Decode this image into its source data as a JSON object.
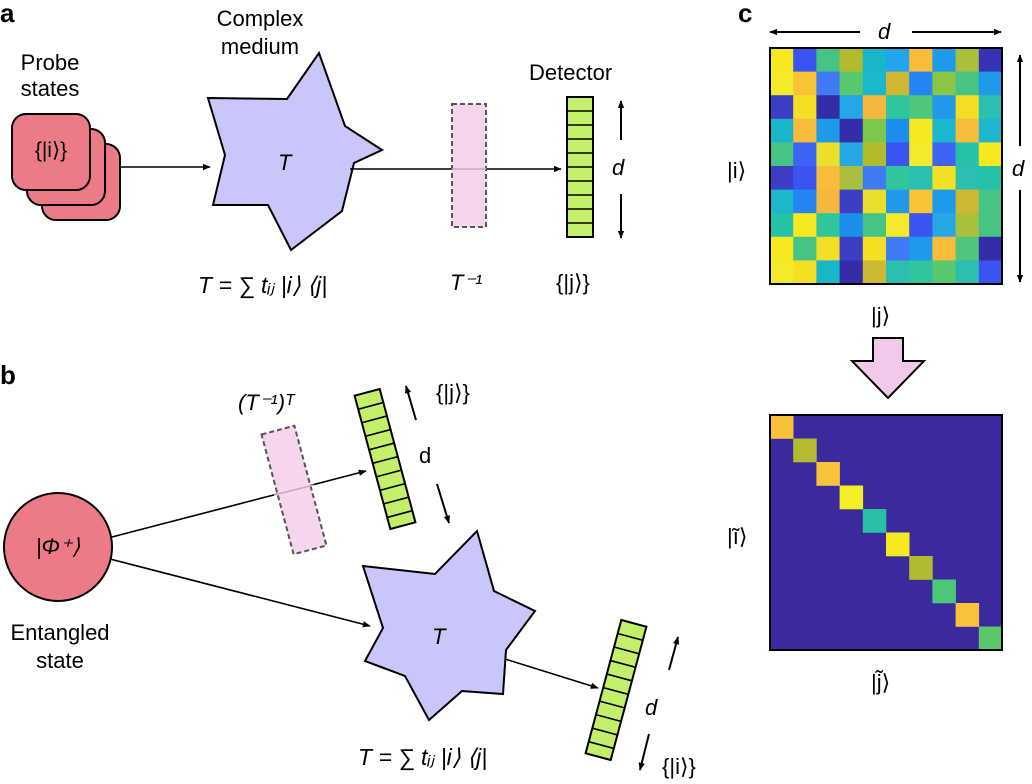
{
  "panels": {
    "a": "a",
    "b": "b",
    "c": "c"
  },
  "panel_a": {
    "probe_label_1": "Probe",
    "probe_label_2": "states",
    "probe_state": "{|i⟩}",
    "medium_label_1": "Complex",
    "medium_label_2": "medium",
    "medium_symbol": "T",
    "detector_label": "Detector",
    "dimension": "d",
    "detector_basis": "{|j⟩}",
    "inverse_label": "T⁻¹",
    "equation": "T = ∑ tᵢⱼ |i⟩ ⟨j|"
  },
  "panel_b": {
    "transpose_label": "(T⁻¹)ᵀ",
    "upper_basis": "{|j⟩}",
    "upper_dimension": "d",
    "source_state": "|Φ⁺⟩",
    "source_label_1": "Entangled",
    "source_label_2": "state",
    "medium_symbol": "T",
    "lower_dimension": "d",
    "lower_basis": "{|i⟩}",
    "equation": "T = ∑ tᵢⱼ |i⟩ ⟨j|"
  },
  "panel_c": {
    "top_dimension": "d",
    "side_dimension": "d",
    "row_label": "|i⟩",
    "col_label": "|j⟩",
    "row_label_bottom": "|ĩ⟩",
    "col_label_bottom": "|j̃⟩"
  },
  "colors": {
    "probe_fill": "#ec7b87",
    "medium_fill": "#c9c6fa",
    "inverse_fill": "#f6d5ef",
    "detector_fill": "#c4ef6a",
    "arrow_pink": "#f2c9ea",
    "matrix_background": "#3a2a9e"
  },
  "matrix_top": [
    [
      "#f7e81f",
      "#3a54f0",
      "#46c486",
      "#b0bc2c",
      "#19b5c8",
      "#23a5ec",
      "#f8bb3a",
      "#1d9bea",
      "#a8c03c",
      "#3732b6"
    ],
    [
      "#f2ea2a",
      "#fac235",
      "#3f7bf4",
      "#58c76d",
      "#1cb7cc",
      "#cdb733",
      "#2485f4",
      "#89c645",
      "#46c486",
      "#1d9bea"
    ],
    [
      "#3c3ec4",
      "#f5df25",
      "#332da9",
      "#24a6e8",
      "#f5b63e",
      "#30c59d",
      "#4fc67b",
      "#2599e9",
      "#f1de25",
      "#2bbfb1"
    ],
    [
      "#19b5c8",
      "#f8bb3a",
      "#1d9bea",
      "#332da9",
      "#7ec74f",
      "#1c8eec",
      "#f7e81f",
      "#1cb7cc",
      "#f8bb3a",
      "#1cb7cc"
    ],
    [
      "#46c486",
      "#3e64f6",
      "#eae02b",
      "#27a8e4",
      "#b0bc2c",
      "#3a54f0",
      "#f2ea2a",
      "#3e64f6",
      "#26c2a7",
      "#f7e81f"
    ],
    [
      "#3c3ec4",
      "#3a54f0",
      "#f8bb3a",
      "#a8c03c",
      "#3f7bf4",
      "#30c59d",
      "#2bbfb1",
      "#f5df25",
      "#2bbfb1",
      "#26c2a7"
    ],
    [
      "#1cb7cc",
      "#2485f4",
      "#f5b63e",
      "#3c3ec4",
      "#eae02b",
      "#2599e9",
      "#fac235",
      "#1d9bea",
      "#cdb733",
      "#46c486"
    ],
    [
      "#26c2a7",
      "#f7e81f",
      "#30c59d",
      "#1c8eec",
      "#46c486",
      "#f2ea2a",
      "#3a54f0",
      "#27a8e4",
      "#a8c03c",
      "#46c486"
    ],
    [
      "#f7e81f",
      "#46c486",
      "#f1de25",
      "#3c3ec4",
      "#f5df25",
      "#3f7bf4",
      "#1d9bea",
      "#f8bb3a",
      "#4fc67b",
      "#332da9"
    ],
    [
      "#f2ea2a",
      "#f5df25",
      "#19b5c8",
      "#332da9",
      "#cdb733",
      "#2bbfb1",
      "#30c59d",
      "#58c76d",
      "#2bbfb1",
      "#3a54f0"
    ]
  ],
  "matrix_diagonal": [
    "#f7c23a",
    "#b5bb2e",
    "#f8c23a",
    "#f4ef22",
    "#2cbfa8",
    "#f7e81f",
    "#b2bb2f",
    "#4ec679",
    "#f8c23a",
    "#5cc76a"
  ]
}
